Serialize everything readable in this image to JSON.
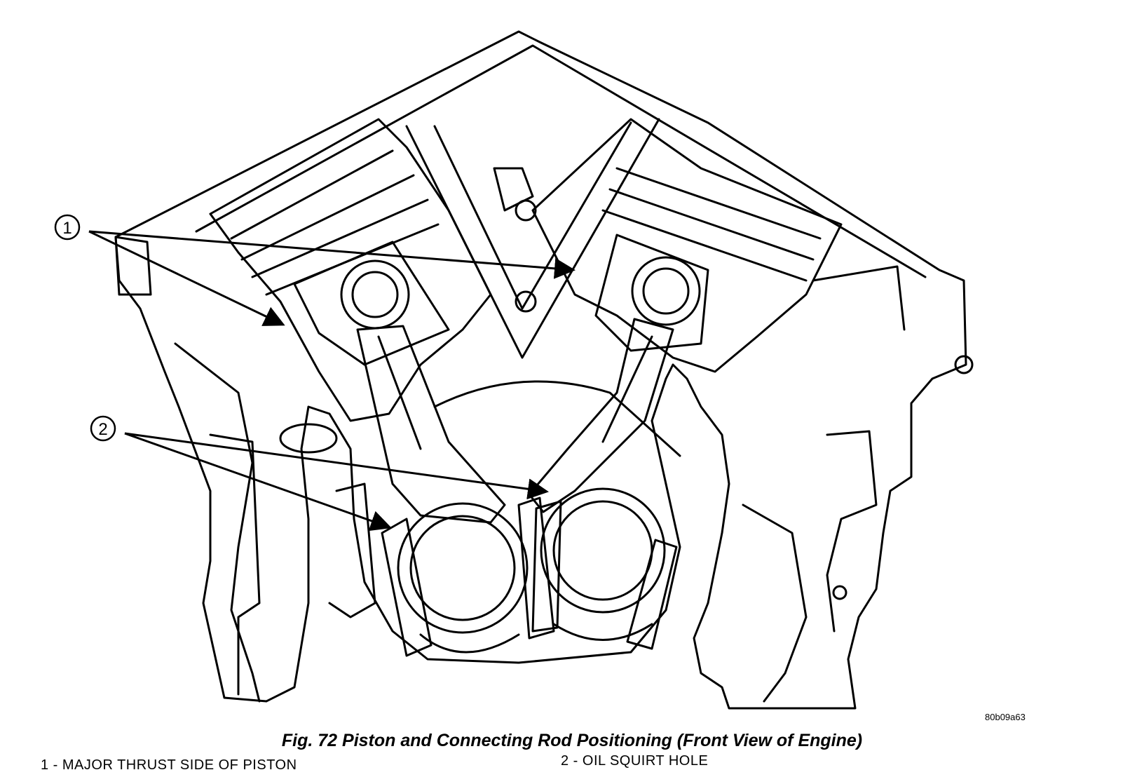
{
  "callouts": [
    {
      "number": "1",
      "target": "major-thrust-side"
    },
    {
      "number": "2",
      "target": "oil-squirt-hole"
    }
  ],
  "figure_id": "80b09a63",
  "caption": "Fig. 72 Piston and Connecting Rod Positioning (Front View of Engine)",
  "legend": [
    {
      "text": "1 - MAJOR THRUST SIDE OF PISTON"
    },
    {
      "text": "2 - OIL SQUIRT HOLE"
    }
  ]
}
